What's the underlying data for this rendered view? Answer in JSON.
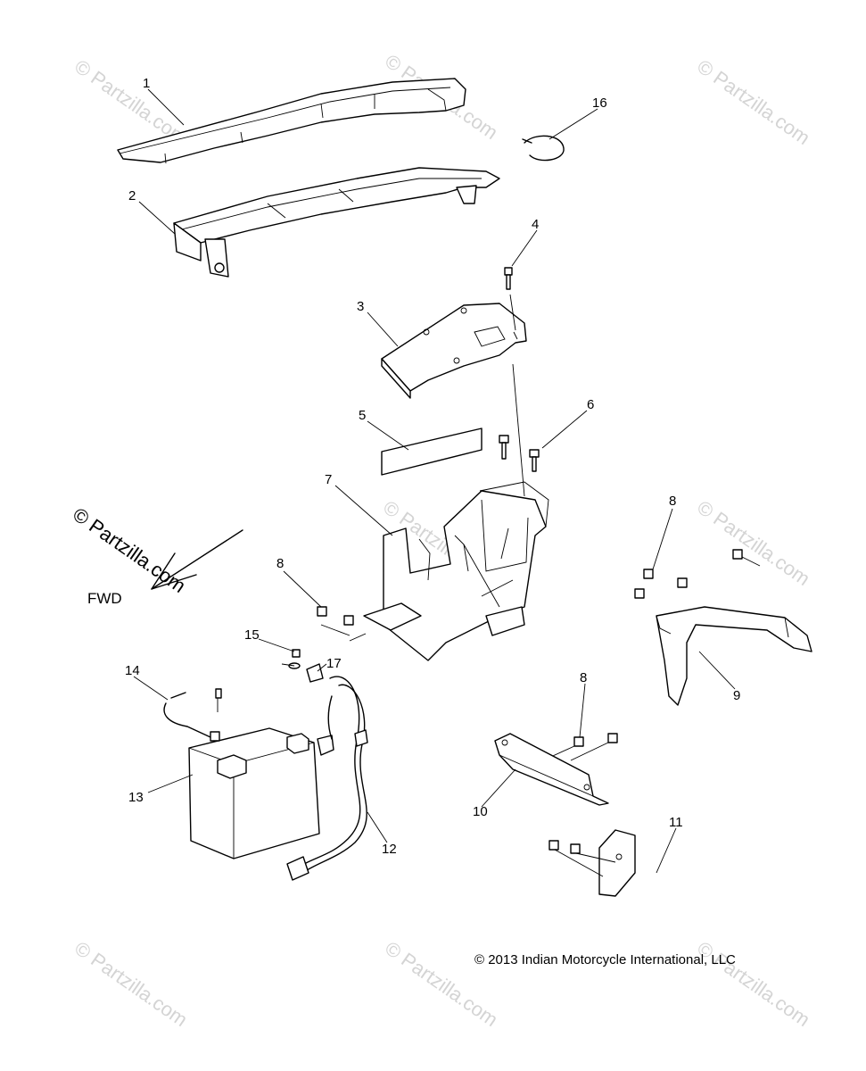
{
  "watermark": {
    "text": "© Partzilla.com",
    "color": "#d4d4d4"
  },
  "fwd": {
    "label": "FWD",
    "watermark": "© Partzilla.com"
  },
  "copyright": "© 2013 Indian Motorcycle International, LLC",
  "callouts": {
    "c1": "1",
    "c2": "2",
    "c3": "3",
    "c4": "4",
    "c5": "5",
    "c6": "6",
    "c7": "7",
    "c8a": "8",
    "c8b": "8",
    "c8c": "8",
    "c9": "9",
    "c10": "10",
    "c11": "11",
    "c12": "12",
    "c13": "13",
    "c14": "14",
    "c15": "15",
    "c16": "16",
    "c17": "17"
  }
}
